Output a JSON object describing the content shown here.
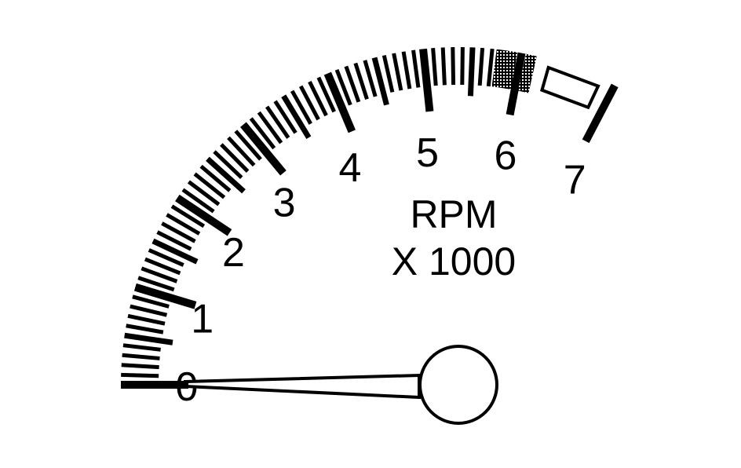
{
  "gauge": {
    "title_line1": "RPM",
    "title_line2": "X 1000",
    "numerals": [
      "0",
      "1",
      "2",
      "3",
      "4",
      "5",
      "6",
      "7"
    ],
    "min": 0,
    "max": 7,
    "minor_ticks_per_unit": 10,
    "redline_start": 6.0,
    "caution_zone": [
      5.8,
      6.4
    ],
    "needle_value": 0,
    "colors": {
      "ink": "#000000",
      "background": "#ffffff"
    }
  }
}
